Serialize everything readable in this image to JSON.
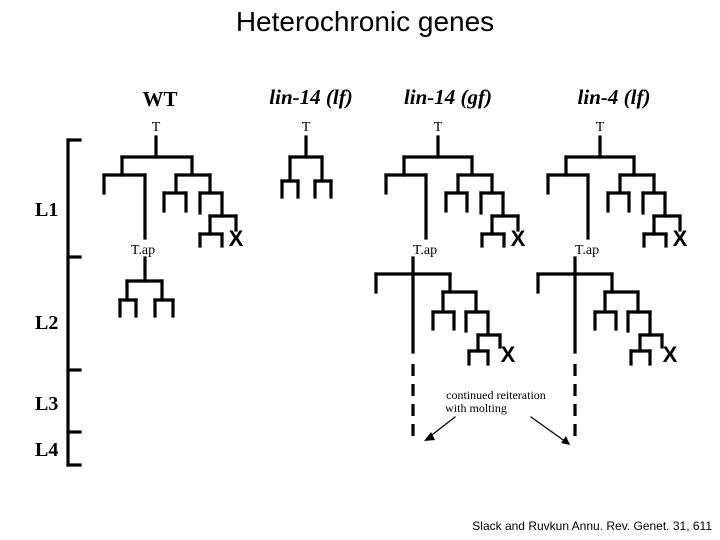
{
  "title": "Heterochronic genes",
  "stages": [
    "L1",
    "L2",
    "L3",
    "L4"
  ],
  "columns": [
    {
      "label": "WT",
      "italic": false
    },
    {
      "label": "lin-14 (lf)",
      "italic": true
    },
    {
      "label": "lin-14 (gf)",
      "italic": true
    },
    {
      "label": "lin-4 (lf)",
      "italic": true
    }
  ],
  "cell_labels": {
    "t": "T",
    "tap": "T.ap",
    "death": "X"
  },
  "annotation_lines": [
    "continued reiteration",
    "with molting"
  ],
  "citation": "Slack and Ruvkun Annu. Rev. Genet. 31, 611"
}
